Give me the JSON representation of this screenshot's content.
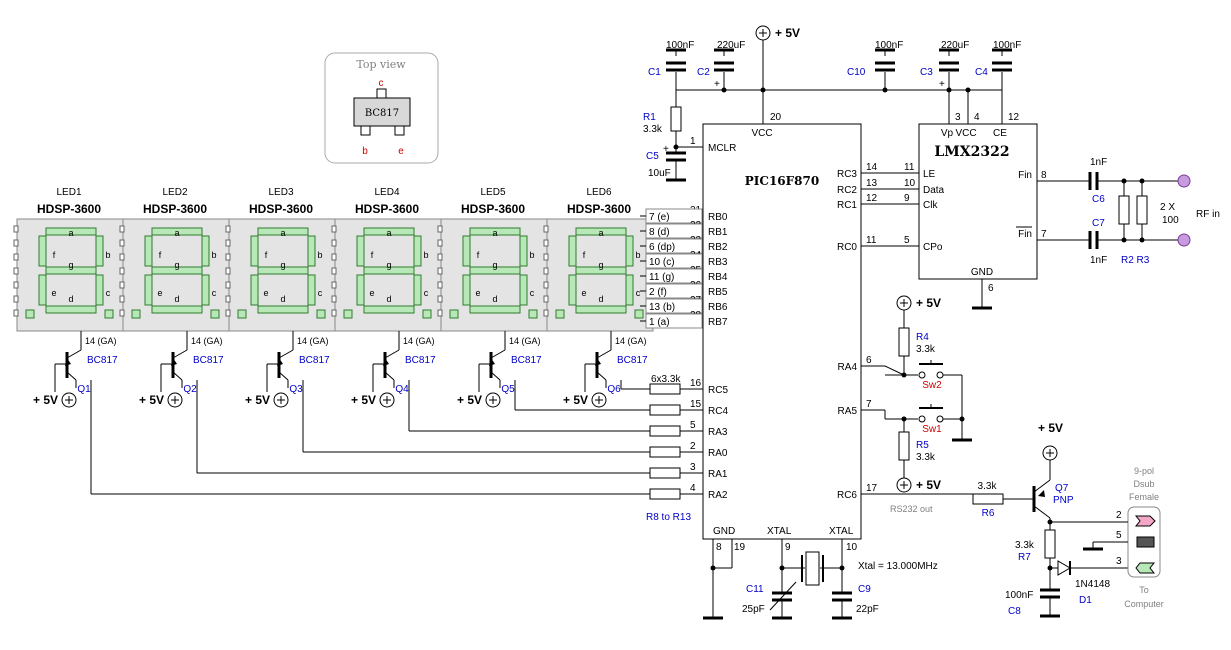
{
  "mcu": {
    "name": "PIC16F870",
    "pins_left": [
      {
        "num": "1",
        "name": "MCLR"
      },
      {
        "num": "21",
        "name": "RB0",
        "led": "7 (e)"
      },
      {
        "num": "22",
        "name": "RB1",
        "led": "8 (d)"
      },
      {
        "num": "23",
        "name": "RB2",
        "led": "6 (dp)"
      },
      {
        "num": "24",
        "name": "RB3",
        "led": "10 (c)"
      },
      {
        "num": "25",
        "name": "RB4",
        "led": "11 (g)"
      },
      {
        "num": "26",
        "name": "RB5",
        "led": "2 (f)"
      },
      {
        "num": "27",
        "name": "RB6",
        "led": "13 (b)"
      },
      {
        "num": "28",
        "name": "RB7",
        "led": "1 (a)"
      },
      {
        "num": "16",
        "name": "RC5"
      },
      {
        "num": "15",
        "name": "RC4"
      },
      {
        "num": "5",
        "name": "RA3"
      },
      {
        "num": "2",
        "name": "RA0"
      },
      {
        "num": "3",
        "name": "RA1"
      },
      {
        "num": "4",
        "name": "RA2"
      }
    ],
    "pins_right": [
      {
        "num": "14",
        "name": "RC3"
      },
      {
        "num": "13",
        "name": "RC2"
      },
      {
        "num": "12",
        "name": "RC1"
      },
      {
        "num": "11",
        "name": "RC0"
      },
      {
        "num": "6",
        "name": "RA4"
      },
      {
        "num": "7",
        "name": "RA5"
      },
      {
        "num": "17",
        "name": "RC6"
      }
    ],
    "vcc": {
      "label": "VCC",
      "num": "20"
    },
    "gnd": {
      "label": "GND",
      "nums": [
        "8",
        "19"
      ]
    },
    "xtal1": {
      "label": "XTAL",
      "num": "9"
    },
    "xtal2": {
      "label": "XTAL",
      "num": "10"
    }
  },
  "pll": {
    "name": "LMX2322",
    "pins_left": [
      {
        "num": "11",
        "name": "LE"
      },
      {
        "num": "10",
        "name": "Data"
      },
      {
        "num": "9",
        "name": "Clk"
      },
      {
        "num": "5",
        "name": "CPo"
      }
    ],
    "pins_top": [
      {
        "num": "3",
        "name": "Vp"
      },
      {
        "num": "4",
        "name": "VCC"
      },
      {
        "num": "12",
        "name": "CE"
      }
    ],
    "pins_right": [
      {
        "num": "8",
        "name": "Fin"
      },
      {
        "num": "7",
        "name": "Fin"
      }
    ],
    "gnd": {
      "label": "GND",
      "num": "6"
    }
  },
  "leds": [
    {
      "label": "LED1",
      "part": "HDSP-3600",
      "ga": "14 (GA)",
      "q": "Q1",
      "tr": "BC817",
      "supply": "+ 5V"
    },
    {
      "label": "LED2",
      "part": "HDSP-3600",
      "ga": "14 (GA)",
      "q": "Q2",
      "tr": "BC817",
      "supply": "+ 5V"
    },
    {
      "label": "LED3",
      "part": "HDSP-3600",
      "ga": "14 (GA)",
      "q": "Q3",
      "tr": "BC817",
      "supply": "+ 5V"
    },
    {
      "label": "LED4",
      "part": "HDSP-3600",
      "ga": "14 (GA)",
      "q": "Q4",
      "tr": "BC817",
      "supply": "+ 5V"
    },
    {
      "label": "LED5",
      "part": "HDSP-3600",
      "ga": "14 (GA)",
      "q": "Q5",
      "tr": "BC817",
      "supply": "+ 5V"
    },
    {
      "label": "LED6",
      "part": "HDSP-3600",
      "ga": "14 (GA)",
      "q": "Q6",
      "tr": "BC817",
      "supply": "+ 5V"
    }
  ],
  "segments": [
    "a",
    "b",
    "c",
    "d",
    "e",
    "f",
    "g"
  ],
  "topview": {
    "title": "Top view",
    "part": "BC817",
    "c": "c",
    "b": "b",
    "e": "e"
  },
  "resistor_array": {
    "label": "6x3.3k",
    "ref": "R8 to R13"
  },
  "caps": {
    "c1": {
      "ref": "C1",
      "val": "100nF"
    },
    "c2": {
      "ref": "C2",
      "val": "220uF"
    },
    "c10": {
      "ref": "C10",
      "val": "100nF"
    },
    "c3": {
      "ref": "C3",
      "val": "220uF"
    },
    "c4": {
      "ref": "C4",
      "val": "100nF"
    },
    "c5": {
      "ref": "C5",
      "val": "10uF"
    },
    "c6": {
      "ref": "C6",
      "val": "1nF"
    },
    "c7": {
      "ref": "C7",
      "val": "1nF"
    },
    "c8": {
      "ref": "C8",
      "val": "100nF"
    },
    "c9": {
      "ref": "C9",
      "val": "22pF"
    },
    "c11": {
      "ref": "C11",
      "val": "25pF"
    }
  },
  "resistors": {
    "r1": {
      "ref": "R1",
      "val": "3.3k"
    },
    "r4": {
      "ref": "R4",
      "val": "3.3k"
    },
    "r5": {
      "ref": "R5",
      "val": "3.3k"
    },
    "r6": {
      "ref": "R6",
      "val": "3.3k"
    },
    "r7": {
      "ref": "R7",
      "val": "3.3k"
    },
    "r23": {
      "ref": "R2 R3",
      "val": "2 X",
      "val2": "100"
    }
  },
  "switches": {
    "sw1": "Sw1",
    "sw2": "Sw2"
  },
  "supply": "+ 5V",
  "q7": {
    "ref": "Q7",
    "type": "PNP"
  },
  "d1": {
    "ref": "D1",
    "part": "1N4148"
  },
  "xtal": "Xtal = 13.000MHz",
  "rs232": "RS232 out",
  "rf_in": "RF in",
  "dsub": {
    "l1": "9-pol",
    "l2": "Dsub",
    "l3": "Female",
    "p2": "2",
    "p5": "5",
    "p3": "3",
    "to1": "To",
    "to2": "Computer"
  },
  "plus": "+"
}
